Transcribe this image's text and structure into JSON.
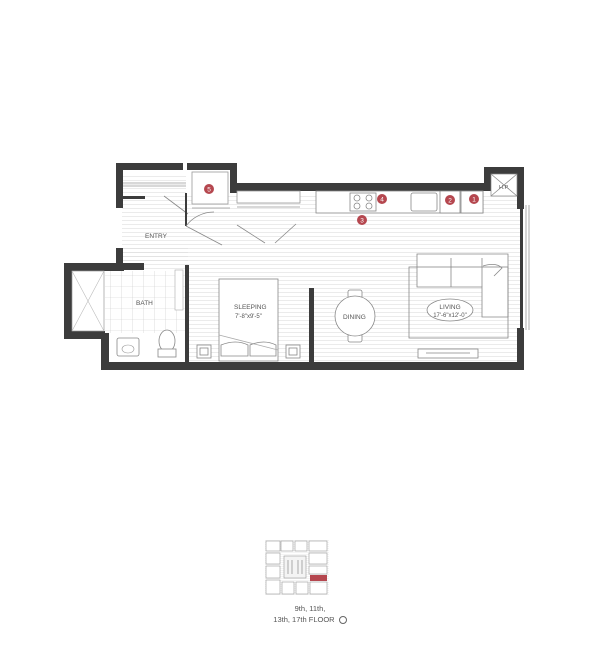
{
  "rooms": {
    "entry": "ENTRY",
    "bath": "BATH",
    "sleeping": "SLEEPING",
    "sleeping_size": "7'-8\"x9'-5\"",
    "dining": "DINING",
    "living": "LIVING",
    "living_size": "17'-6\"x12'-0\"",
    "hp": "H.P."
  },
  "markers": {
    "m1": "1",
    "m2": "2",
    "m3": "3",
    "m4": "4",
    "m5": "5"
  },
  "floors": {
    "line1": "9th, 11th,",
    "line2": "13th, 17th FLOOR"
  },
  "colors": {
    "wall": "#3c3c3c",
    "marker": "#b5474f",
    "highlight": "#b5474f",
    "floor_lines": "#dcdcdc"
  }
}
